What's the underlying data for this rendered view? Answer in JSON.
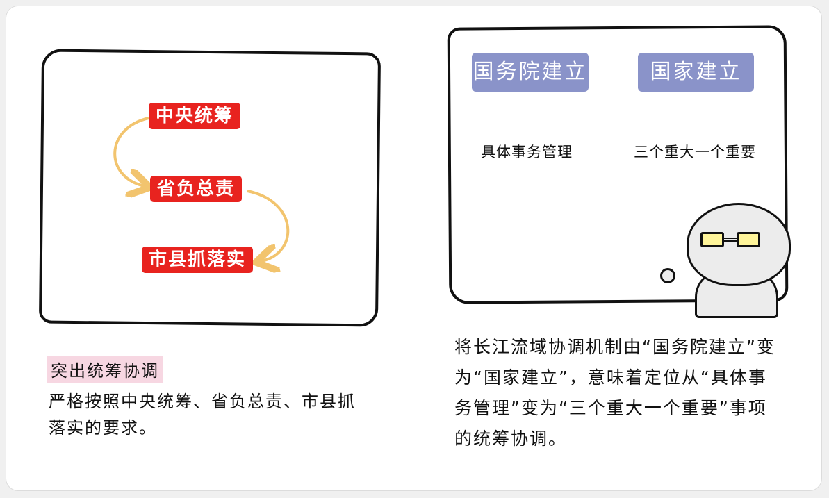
{
  "left_panel": {
    "flow_steps": [
      "中央统筹",
      "省负总责",
      "市县抓落实"
    ],
    "caption_title": "突出统筹协调",
    "caption_body": "严格按照中央统筹、省负总责、市县抓落实的要求。"
  },
  "right_panel": {
    "from_box": "国务院建立",
    "to_box": "国家建立",
    "from_text": "具体事务管理",
    "to_text": "三个重大一个重要",
    "caption": "将长江流域协调机制由“国务院建立”变为“国家建立”，意味着定位从“具体事务管理”变为“三个重大一个重要”事项的统筹协调。"
  },
  "colors": {
    "red_box": "#e8231f",
    "blue_box": "#8a93c9",
    "dark_red_arrow": "#8b1a1a",
    "yellow_arrow": "#f2c46e",
    "caption_highlight": "#f7d7e2"
  }
}
